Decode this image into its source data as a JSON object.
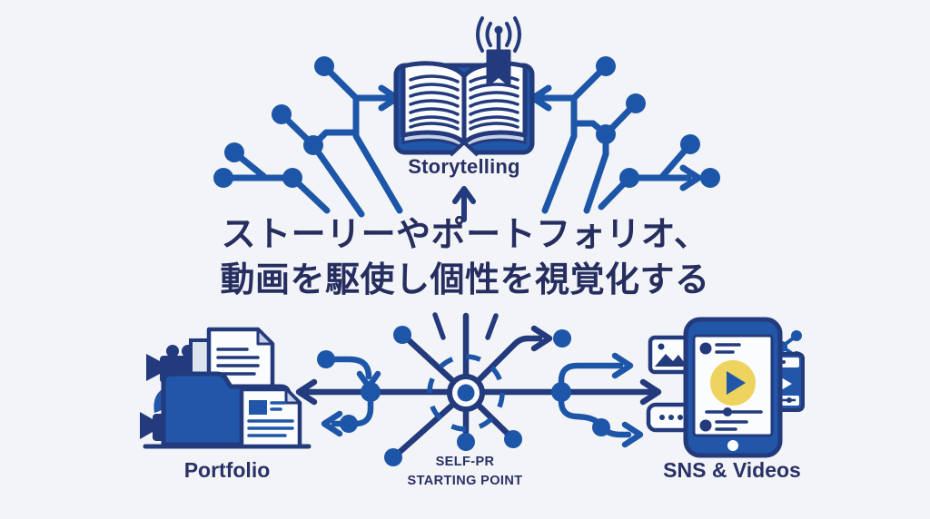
{
  "headline": {
    "line1": "ストーリーやポートフォリオ、",
    "line2": "動画を駆使し個性を視覚化する"
  },
  "nodes": {
    "storytelling": {
      "label": "Storytelling",
      "icon": "open-book-with-broadcast-signal"
    },
    "portfolio": {
      "label": "Portfolio",
      "icon": "folder-with-documents-and-video-cameras"
    },
    "sns": {
      "label": "SNS & Videos",
      "icon": "smartphone-with-video-player-and-social-cards"
    },
    "hub": {
      "label_line1": "SELF-PR",
      "label_line2": "STARTING POINT",
      "icon": "radial-network-hub"
    }
  },
  "colors": {
    "background": "#f2f4f7",
    "trace_blue": "#1d56a8",
    "deep_navy": "#233a7c",
    "text_navy": "#293166",
    "icon_fill": "#2156a8",
    "page_white": "#fbfcfe",
    "shade_blue": "#c7d2e6",
    "accent_yellow": "#eed35e"
  }
}
